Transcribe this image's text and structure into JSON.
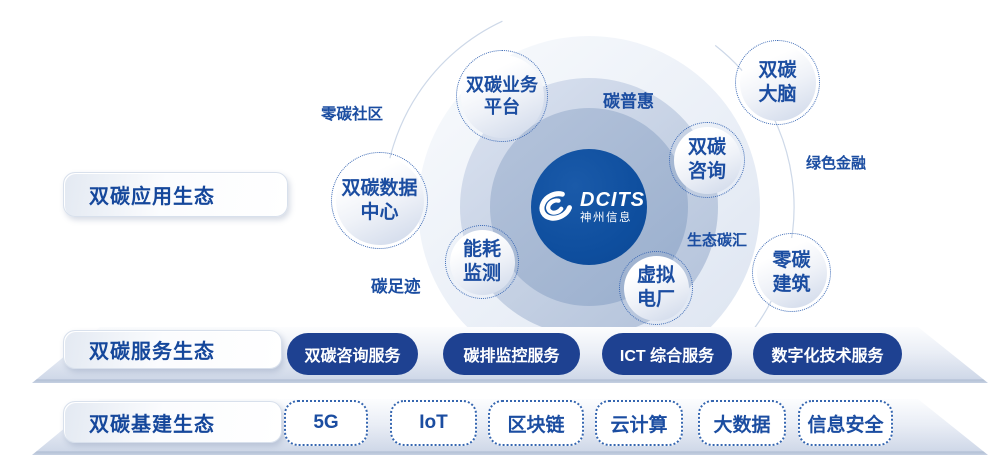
{
  "brand": {
    "logo_text": "DCITS",
    "logo_subtext": "神州信息"
  },
  "rows": [
    {
      "label": "双碳应用生态"
    },
    {
      "label": "双碳服务生态"
    },
    {
      "label": "双碳基建生态"
    }
  ],
  "bubbles": [
    {
      "name": "dual-carbon-business-platform",
      "lines": [
        "双碳业务",
        "平台"
      ]
    },
    {
      "name": "dual-carbon-data-center",
      "lines": [
        "双碳数据",
        "中心"
      ]
    },
    {
      "name": "energy-monitoring",
      "lines": [
        "能耗",
        "监测"
      ]
    },
    {
      "name": "virtual-power-plant",
      "lines": [
        "虚拟",
        "电厂"
      ]
    },
    {
      "name": "dual-carbon-consulting",
      "lines": [
        "双碳",
        "咨询"
      ]
    },
    {
      "name": "dual-carbon-brain",
      "lines": [
        "双碳",
        "大脑"
      ]
    },
    {
      "name": "zero-carbon-building",
      "lines": [
        "零碳",
        "建筑"
      ]
    }
  ],
  "satellite_labels": {
    "zero_carbon_community": "零碳社区",
    "carbon_inclusion": "碳普惠",
    "green_finance": "绿色金融",
    "eco_carbon_sink": "生态碳汇",
    "carbon_footprint": "碳足迹"
  },
  "service_pills": [
    "双碳咨询服务",
    "碳排监控服务",
    "ICT 综合服务",
    "数字化技术服务"
  ],
  "infra_pills": [
    "5G",
    "IoT",
    "区块链",
    "云计算",
    "大数据",
    "信息安全"
  ],
  "colors": {
    "accent_text": "#1b4da1",
    "center_circle": "#0e4e9e",
    "service_pill_bg": "#1e4191",
    "dotted_border": "#3b69b5"
  }
}
